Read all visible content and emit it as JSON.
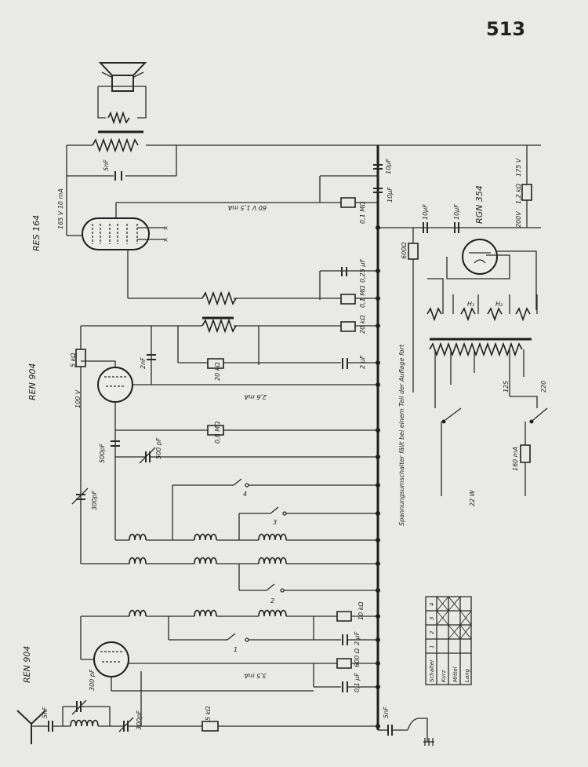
{
  "page_number": "513",
  "tubes": {
    "output": "RES 164",
    "detector": "REN 904",
    "hf": "REN 904",
    "rectifier": "RGN 354"
  },
  "labels": {
    "v165": "165 V 10 mA",
    "c5nf_top": "5nF",
    "v60": "60 V 1,5 mA",
    "r01a": "0,1 MΩ",
    "c10uf_a": "10µF",
    "c10uf_b": "10µF",
    "c10uf_c": "10µF",
    "c10uf_d": "10µF",
    "r12k": "1,2 kΩ",
    "v175": "175 V",
    "v200": "200V",
    "r600": "600Ω",
    "c025": "0,25 µF",
    "r01b": "0,1 MΩ",
    "r20a": "20 kΩ",
    "c2uf_a": "2 µF",
    "r20b": "20 kΩ",
    "r5k": "5 kΩ",
    "c2nf": "2nF",
    "v100": "100 V",
    "ma26": "2,6 mA",
    "r08": "0,8 MΩ",
    "c500a": "500pF",
    "c500b": "500 pF",
    "c300a": "300pF",
    "h1": "H₁",
    "h2": "H₂",
    "t125": "125",
    "t220": "220",
    "ma160": "160 mA",
    "w22": "22 W",
    "switch_note": "Spannungsumschalter fällt bei einem Teil der Auflage fort",
    "sw1": "1",
    "sw2": "2",
    "sw3": "3",
    "sw4": "4",
    "r10k": "10 kΩ",
    "c2uf_b": "2 µF",
    "r600b": "600 Ω",
    "c01": "0,1 µF",
    "ma35": "3,5 mA",
    "c5nf_ant": "5nF",
    "c300b": "300 pF",
    "c300c": "300pF",
    "r5kb": "5 kΩ",
    "c5nf_gnd": "5nF"
  },
  "switch_table": {
    "header": [
      "Schalter",
      "1",
      "2",
      "3",
      "4"
    ],
    "rows": [
      "Kurz",
      "Mittel",
      "Lang"
    ]
  }
}
